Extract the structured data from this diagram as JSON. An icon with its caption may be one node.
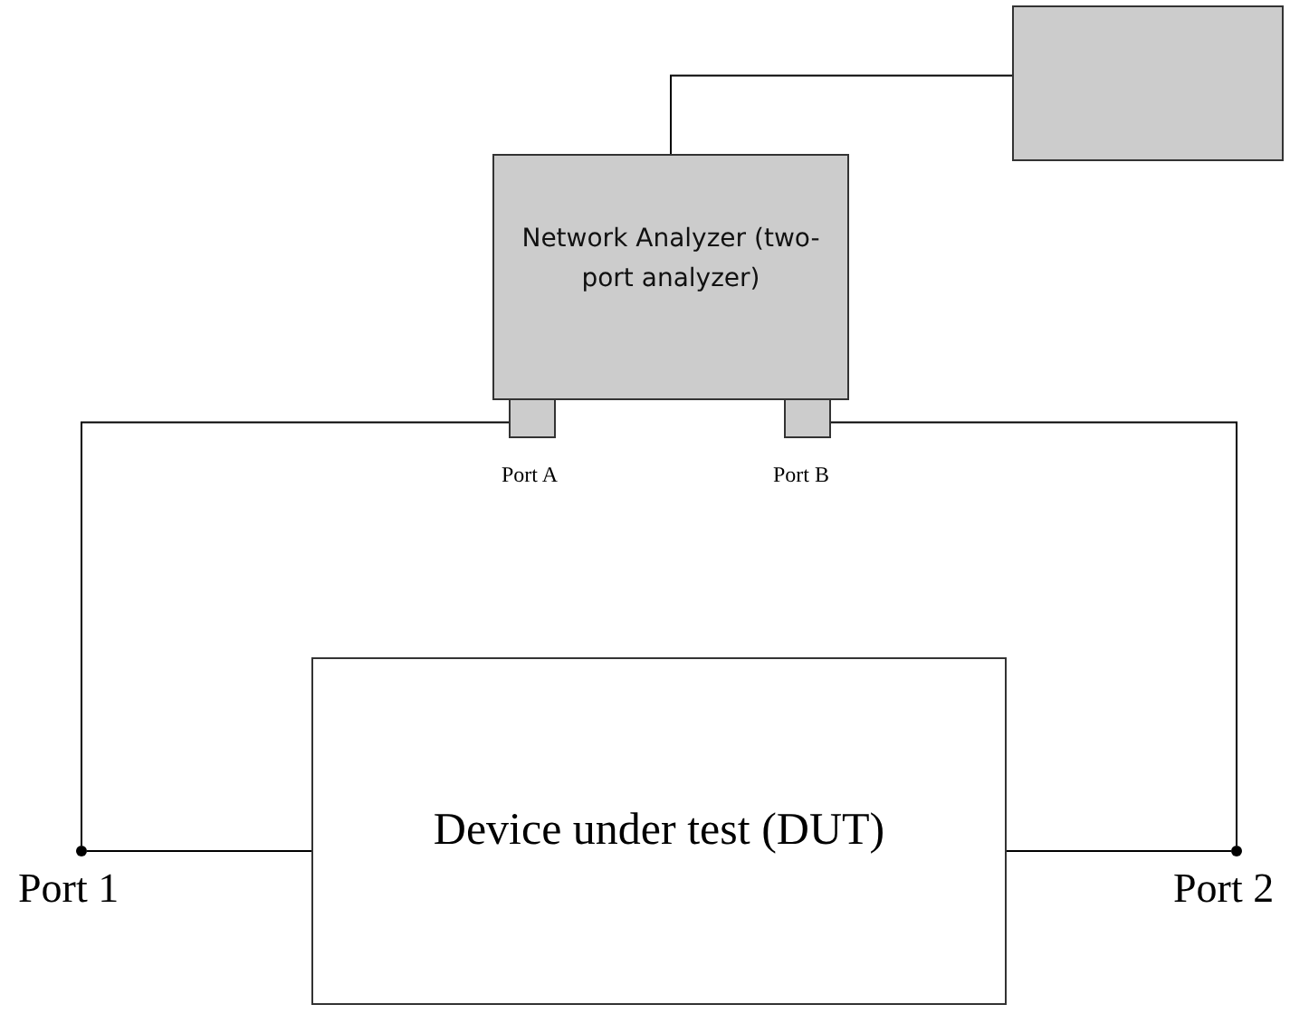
{
  "diagram": {
    "nodes": [
      {
        "text": [],
        "shape": "box"
      },
      {
        "text": [
          "Network Analyzer (two-port analyzer)"
        ]
      },
      {
        "text": [],
        "shape": "box",
        "beside": [
          "Port A"
        ]
      },
      {
        "text": [],
        "shape": "box",
        "beside": [
          "Port B"
        ]
      },
      {
        "text": [],
        "shape": "circle",
        "beside": [
          "Port 1"
        ]
      },
      {
        "text": [],
        "shape": "circle",
        "beside": [
          "Port 2"
        ]
      },
      {
        "text": [
          "Device under test (DUT)"
        ]
      }
    ],
    "edges": [
      {
        "from": 0,
        "to": 1,
        "arrow": "none"
      },
      {
        "from": 2,
        "to": 4,
        "arrow": "none"
      },
      {
        "from": 4,
        "to": 6,
        "arrow": "none"
      },
      {
        "from": 3,
        "to": 5,
        "arrow": "none"
      },
      {
        "from": 5,
        "to": 6,
        "arrow": "none"
      }
    ]
  }
}
